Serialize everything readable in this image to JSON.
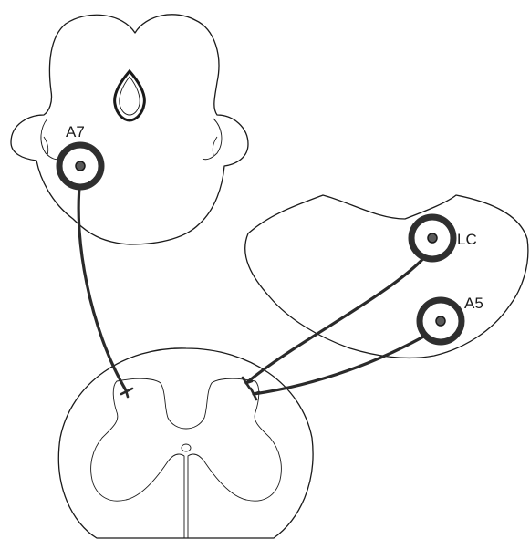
{
  "nuclei": {
    "a7": {
      "label": "A7"
    },
    "lc": {
      "label": "LC"
    },
    "a5": {
      "label": "A5"
    }
  },
  "colors": {
    "outline": "#1a1a1a",
    "pathway": "#2a2a2a",
    "ring": "#2f2f2f",
    "nucleus_fill": "#5a5a5a",
    "background": "#ffffff"
  }
}
